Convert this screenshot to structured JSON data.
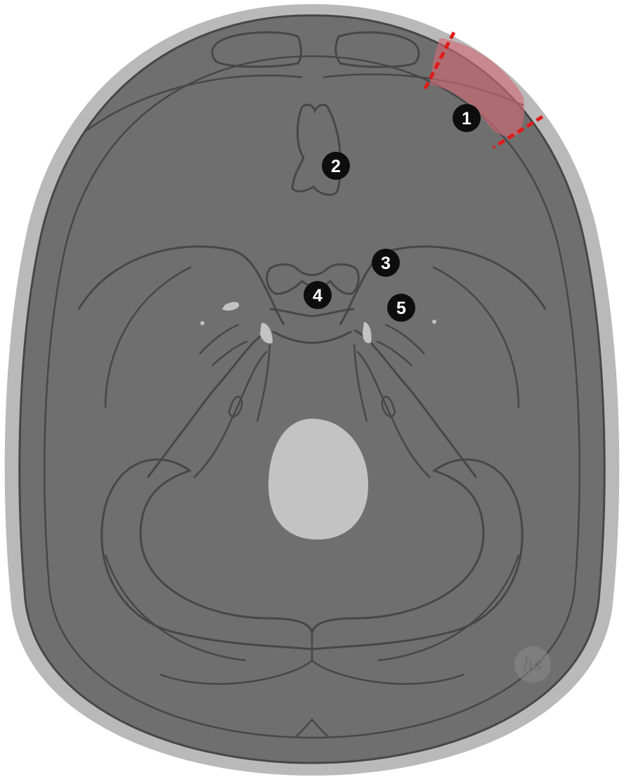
{
  "diagram": {
    "colors": {
      "background": "#ffffff",
      "skull_outer": "#b9b9b9",
      "skull_inner": "#6f6f6f",
      "outline": "#474747",
      "foramen": "#c3c3c3",
      "highlight_region": "#d26a72",
      "dashed_cut_line": "#e01b1b",
      "marker_fill": "#0d0d0d",
      "marker_text": "#ffffff",
      "watermark": "#8c8c8c"
    },
    "markers": [
      {
        "id": "marker-1",
        "label": "1"
      },
      {
        "id": "marker-2",
        "label": "2"
      },
      {
        "id": "marker-3",
        "label": "3"
      },
      {
        "id": "marker-4",
        "label": "4"
      },
      {
        "id": "marker-5",
        "label": "5"
      }
    ],
    "watermark": {
      "label": "hs"
    }
  }
}
